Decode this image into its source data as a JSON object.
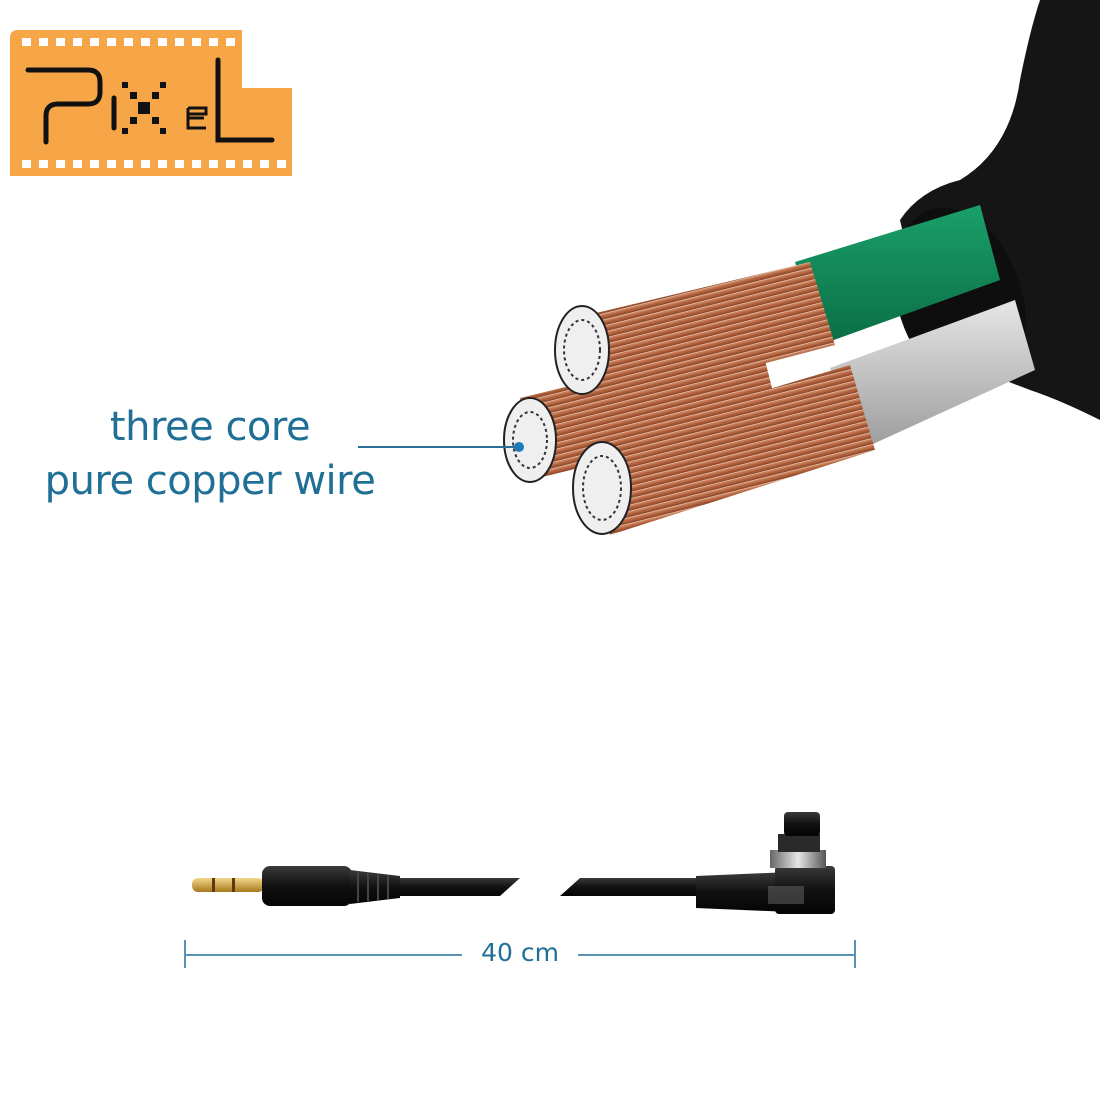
{
  "brand": {
    "logo_text": "PIXEL",
    "logo_color": "#f6a646",
    "logo_ink": "#111111"
  },
  "callout": {
    "line1": "three core",
    "line2": "pure copper wire",
    "color": "#1f6f96"
  },
  "cable": {
    "jacket_color": "#151515",
    "core_insulation_colors": [
      "#0f8a5a",
      "#c9c9c9"
    ],
    "copper_color": "#b86a45"
  },
  "product": {
    "left_connector": "3.5mm-stereo-plug",
    "right_connector": "right-angle-10-pin-connector"
  },
  "dimension": {
    "label": "40 cm",
    "color": "#5c93b5"
  }
}
